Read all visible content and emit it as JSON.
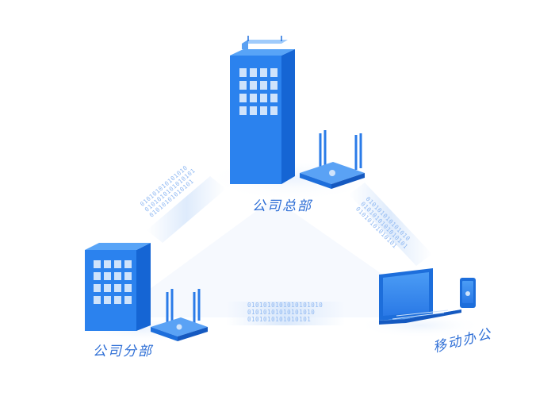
{
  "nodes": {
    "headquarters": {
      "label": "公司总部"
    },
    "branch": {
      "label": "公司分部"
    },
    "mobile": {
      "label": "移动办公"
    }
  },
  "links": {
    "hq_branch": {
      "bits": [
        "010101010101010",
        "0101010101010101",
        "01010101010101"
      ]
    },
    "hq_mobile": {
      "bits": [
        "010101010101010",
        "0101010101010101",
        "01010101010101"
      ]
    },
    "branch_mobile": {
      "bits": [
        "0101010101010101010",
        "01010101010101010",
        "0101010101010101"
      ]
    }
  },
  "colors": {
    "building_front": "#2b82ee",
    "building_side": "#1565d4",
    "building_top": "#58a4f7",
    "window": "#cfe3fb",
    "label": "#2f6fd6"
  }
}
